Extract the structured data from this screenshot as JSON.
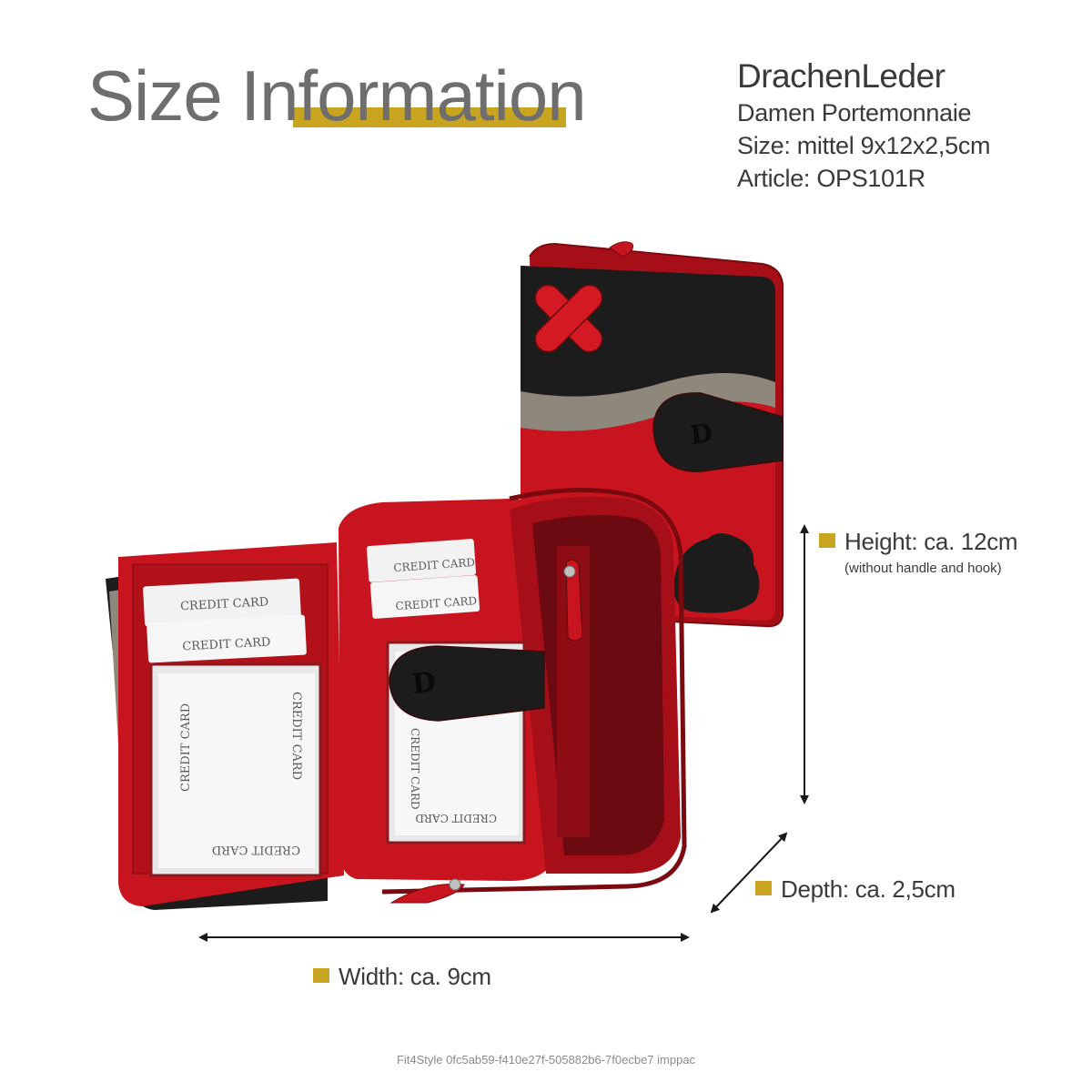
{
  "header": {
    "title": "Size Information",
    "accent_color": "#c8a421"
  },
  "product_info": {
    "brand": "DrachenLeder",
    "type": "Damen Portemonnaie",
    "size": "Size: mittel 9x12x2,5cm",
    "article": "Article: OPS101R"
  },
  "product_image": {
    "card_labels": [
      "CREDIT CARD",
      "CREDIT CARD",
      "CREDIT CARD",
      "CREDIT CARD",
      "CREDIT CARD",
      "CREDIT CARD",
      "CREDIT CARD",
      "CREDIT CARD",
      "CREDIT CARD"
    ],
    "colors": {
      "red": "#c8141e",
      "black": "#1c1c1c",
      "grey": "#8e877b"
    }
  },
  "dimensions": {
    "height": {
      "label": "Height: ca. 12cm",
      "note": "(without handle and hook)"
    },
    "depth": {
      "label": "Depth: ca. 2,5cm"
    },
    "width": {
      "label": "Width: ca. 9cm"
    }
  },
  "footer": {
    "text": "Fit4Style 0fc5ab59-f410e27f-505882b6-7f0ecbe7 imppac"
  }
}
